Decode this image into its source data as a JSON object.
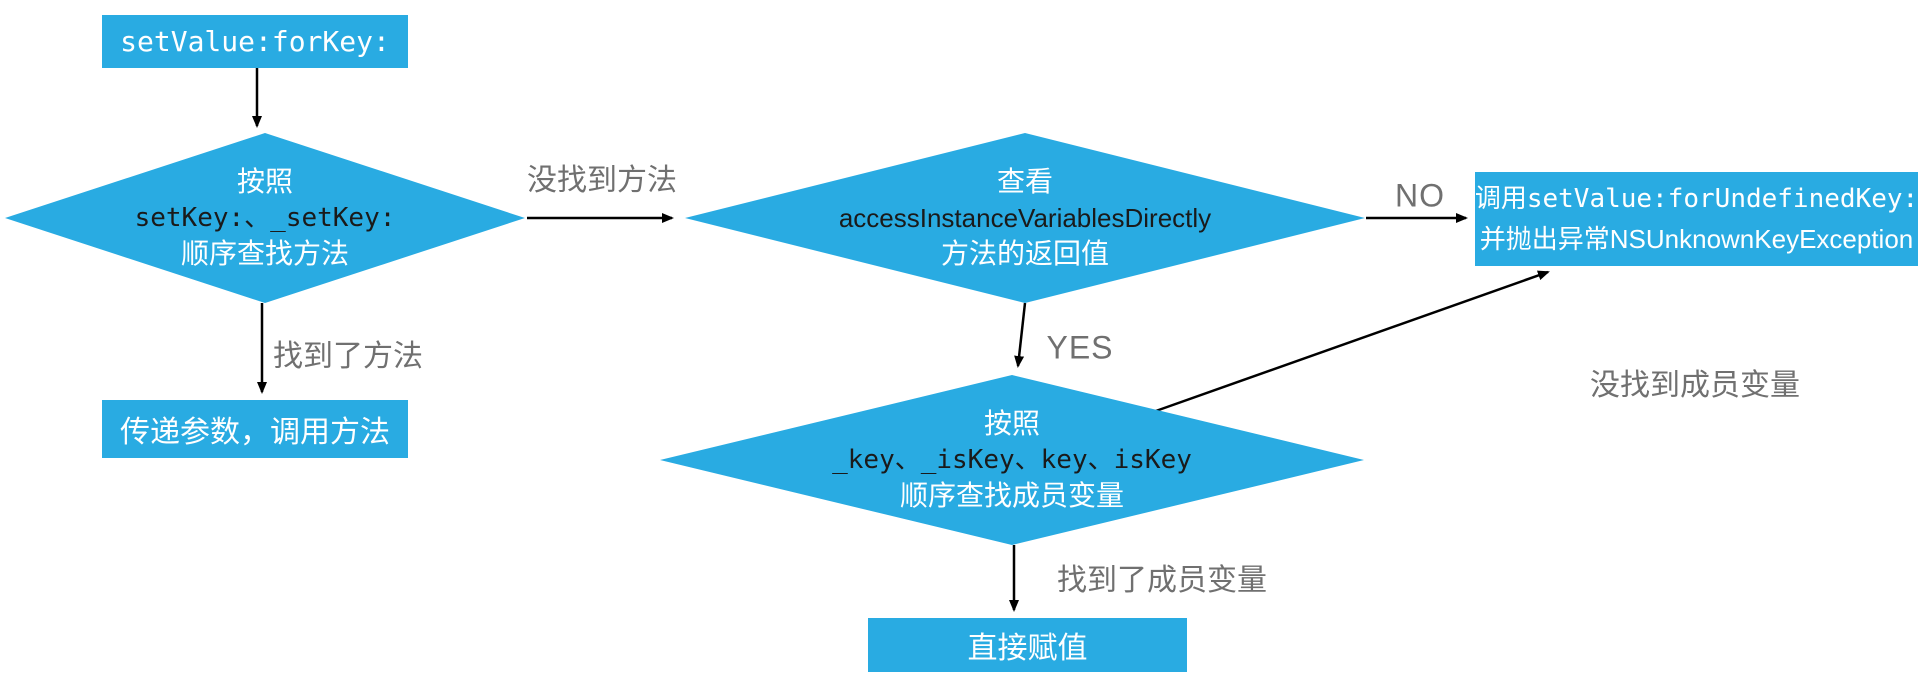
{
  "diagram": {
    "title_node": {
      "label": "setValue:forKey:"
    },
    "decision_find_setter": {
      "line1": "按照",
      "line2": "setKey:、_setKey:",
      "line3": "顺序查找方法"
    },
    "decision_access_ivar": {
      "line1": "查看",
      "line2": "accessInstanceVariablesDirectly",
      "line3": "方法的返回值"
    },
    "decision_find_ivar": {
      "line1": "按照",
      "line2": "_key、_isKey、key、isKey",
      "line3": "顺序查找成员变量"
    },
    "call_method_node": {
      "label": "传递参数，调用方法"
    },
    "direct_assign_node": {
      "label": "直接赋值"
    },
    "exception_node": {
      "line1": "调用setValue:forUndefinedKey:",
      "line2": "并抛出异常NSUnknownKeyException"
    },
    "edge_labels": {
      "method_not_found": "没找到方法",
      "method_found": "找到了方法",
      "no": "NO",
      "yes": "YES",
      "ivar_not_found": "没找到成员变量",
      "ivar_found": "找到了成员变量"
    },
    "colors": {
      "node_fill": "#29ABE2",
      "node_text": "#ffffff",
      "code_text": "#1a1a1a",
      "edge_label_text": "#707070",
      "connector": "#000000"
    }
  }
}
